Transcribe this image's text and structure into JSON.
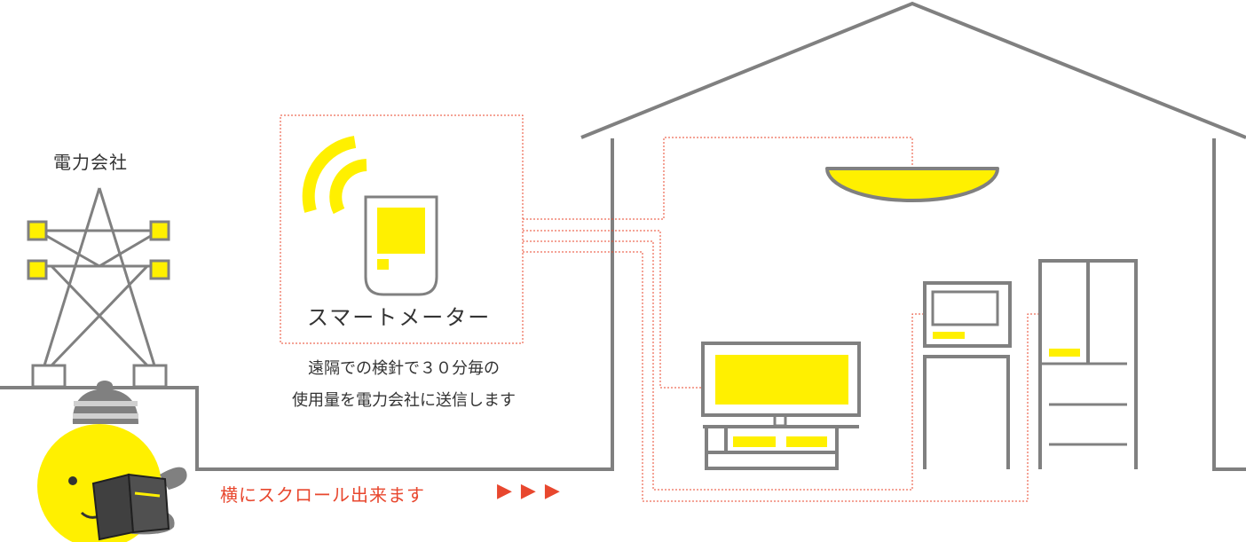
{
  "power_company": {
    "label": "電力会社"
  },
  "smart_meter": {
    "label": "スマートメーター",
    "description_line1": "遠隔での検針で３０分毎の",
    "description_line2": "使用量を電力会社に送信します"
  },
  "scroll_hint": {
    "label": "横にスクロール出来ます",
    "arrows": "▶▶▶"
  },
  "colors": {
    "line": "#808080",
    "accent": "#fff000",
    "wire": "#e8472e",
    "text": "#333333",
    "hint": "#e8472e"
  }
}
